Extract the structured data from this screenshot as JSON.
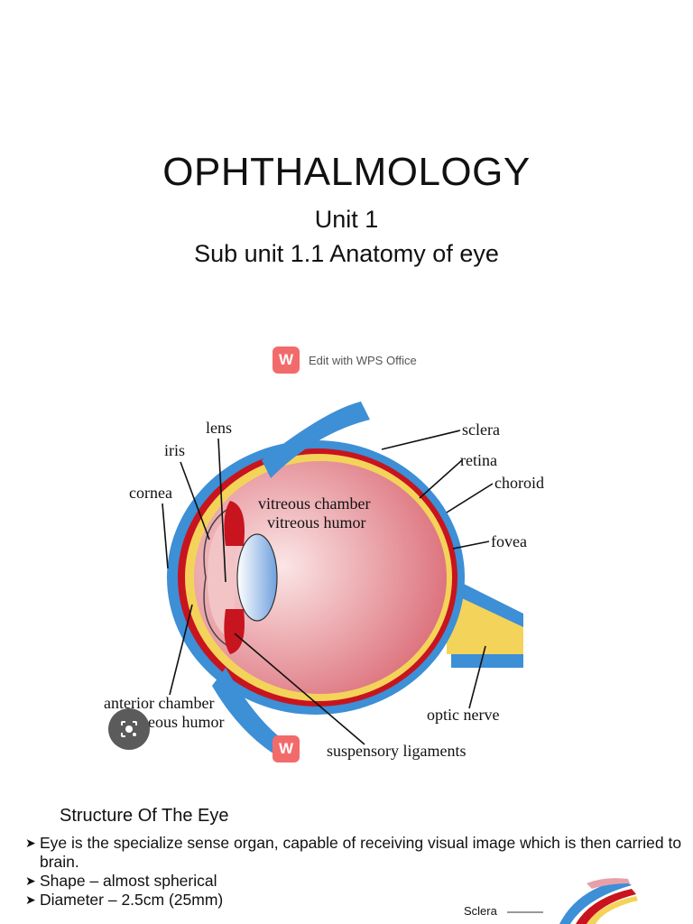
{
  "header": {
    "title": "OPHTHALMOLOGY",
    "unit": "Unit 1",
    "subunit": "Sub unit 1.1 Anatomy of eye"
  },
  "watermark": {
    "text": "Edit with WPS Office",
    "logo_letter": "W"
  },
  "diagram": {
    "labels": {
      "lens": "lens",
      "iris": "iris",
      "cornea": "cornea",
      "vitreous_chamber": "vitreous chamber",
      "vitreous_humor": "vitreous humor",
      "sclera": "sclera",
      "retina": "retina",
      "choroid": "choroid",
      "fovea": "fovea",
      "optic_nerve": "optic nerve",
      "anterior_chamber": "anterior chamber",
      "aqueous_humor": "aqueous humor",
      "suspensory_ligaments": "suspensory ligaments"
    },
    "colors": {
      "sclera_blue": "#3d8fd6",
      "choroid_red": "#c8141e",
      "retina_yellow": "#f4d35a",
      "vitreous_pink": "#e79aa0",
      "lens_blue": "#8fb7e8"
    }
  },
  "content": {
    "section_title": "Structure  Of The Eye",
    "bullets": [
      "Eye is the specialize sense organ, capable of receiving visual image which is then carried to brain.",
      "Shape – almost spherical",
      "Diameter – 2.5cm (25mm)"
    ]
  },
  "thumbnail": {
    "label": "Sclera"
  }
}
